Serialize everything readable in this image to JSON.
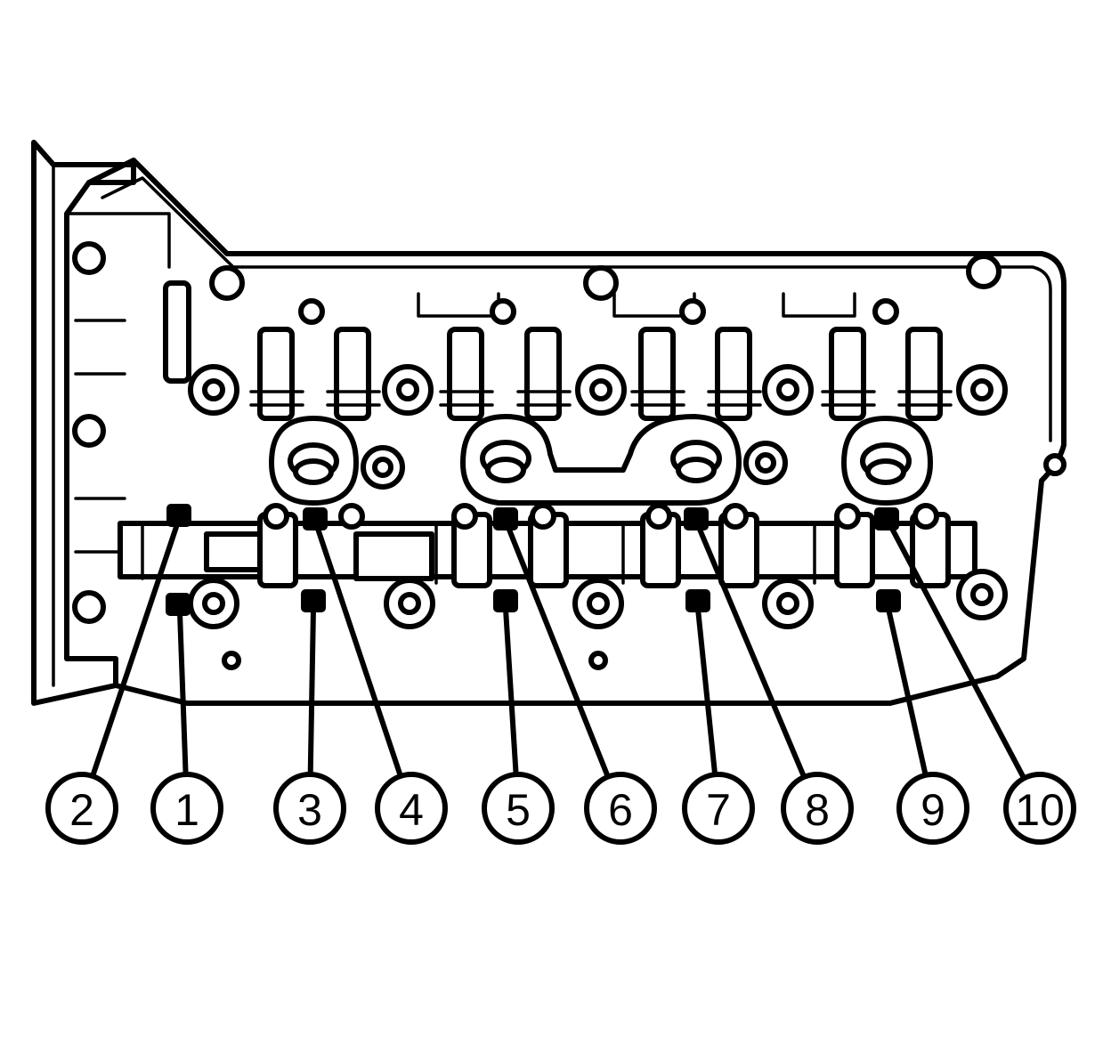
{
  "diagram": {
    "callouts": [
      {
        "id": "2",
        "label": "2"
      },
      {
        "id": "1",
        "label": "1"
      },
      {
        "id": "3",
        "label": "3"
      },
      {
        "id": "4",
        "label": "4"
      },
      {
        "id": "5",
        "label": "5"
      },
      {
        "id": "6",
        "label": "6"
      },
      {
        "id": "7",
        "label": "7"
      },
      {
        "id": "8",
        "label": "8"
      },
      {
        "id": "9",
        "label": "9"
      },
      {
        "id": "10",
        "label": "10"
      }
    ],
    "colors": {
      "line": "#000000",
      "background": "#ffffff"
    }
  }
}
